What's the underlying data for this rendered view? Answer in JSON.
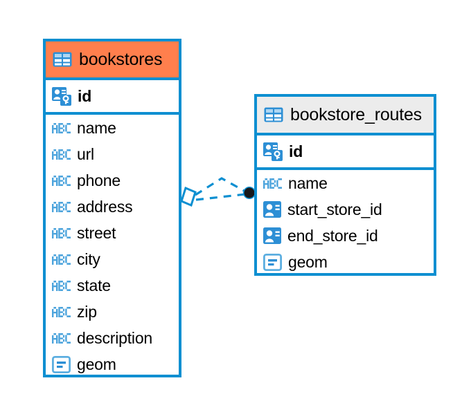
{
  "diagram": {
    "type": "entity-relationship-diagram",
    "background": "#ffffff",
    "accent_color": "#0D8FD1",
    "selected_header_color": "#FF7F4D",
    "unselected_header_color": "#ECECEC",
    "endpoint_color": "#1A1A1A"
  },
  "entities": [
    {
      "name": "bookstores",
      "selected": true,
      "header_icon": "table-icon",
      "fields": [
        {
          "label": "id",
          "icon": "primary-key-icon",
          "type": "key"
        },
        {
          "label": "name",
          "icon": "abc-text-icon",
          "type": "text"
        },
        {
          "label": "url",
          "icon": "abc-text-icon",
          "type": "text"
        },
        {
          "label": "phone",
          "icon": "abc-text-icon",
          "type": "text"
        },
        {
          "label": "address",
          "icon": "abc-text-icon",
          "type": "text"
        },
        {
          "label": "street",
          "icon": "abc-text-icon",
          "type": "text"
        },
        {
          "label": "city",
          "icon": "abc-text-icon",
          "type": "text"
        },
        {
          "label": "state",
          "icon": "abc-text-icon",
          "type": "text"
        },
        {
          "label": "zip",
          "icon": "abc-text-icon",
          "type": "text"
        },
        {
          "label": "description",
          "icon": "abc-text-icon",
          "type": "text"
        },
        {
          "label": "geom",
          "icon": "geometry-icon",
          "type": "geometry"
        }
      ]
    },
    {
      "name": "bookstore_routes",
      "selected": false,
      "header_icon": "table-icon",
      "fields": [
        {
          "label": "id",
          "icon": "primary-key-icon",
          "type": "key"
        },
        {
          "label": "name",
          "icon": "abc-text-icon",
          "type": "text"
        },
        {
          "label": "start_store_id",
          "icon": "id-card-icon",
          "type": "reference"
        },
        {
          "label": "end_store_id",
          "icon": "id-card-icon",
          "type": "reference"
        },
        {
          "label": "geom",
          "icon": "geometry-icon",
          "type": "geometry"
        }
      ]
    }
  ],
  "relationship": {
    "style": "dashed",
    "color": "#0D8FD1",
    "source_marker": "open-diamond",
    "target_marker": "filled-circle"
  }
}
